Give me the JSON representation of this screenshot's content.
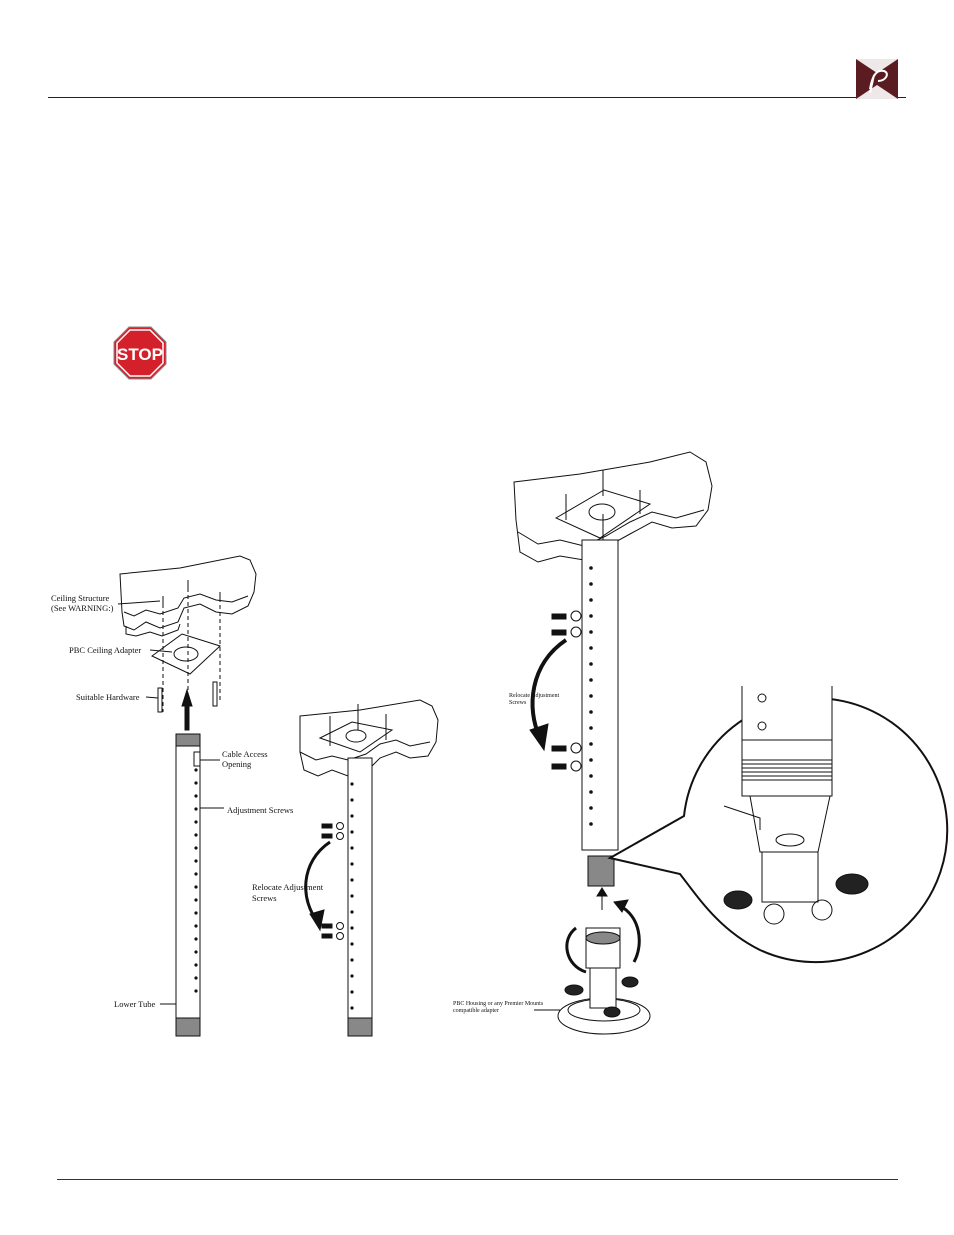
{
  "stop_sign": {
    "text": "STOP"
  },
  "figure_left": {
    "ceiling_structure": "Ceiling Structure",
    "see_warning": "(See WARNING:)",
    "pbc_ceiling_adapter": "PBC Ceiling Adapter",
    "suitable_hardware": "Suitable Hardware",
    "cable_access_1": "Cable Access",
    "cable_access_2": "Opening",
    "adjustment_screws": "Adjustment Screws",
    "lower_tube": "Lower Tube"
  },
  "figure_middle": {
    "relocate_1": "Relocate Adjustment",
    "relocate_2": "Screws"
  },
  "figure_right": {
    "relocate_1": "Relocate Adjustment",
    "relocate_2": "Screws",
    "pbc_housing_1": "PBC Housing or any Premier Mounts",
    "pbc_housing_2": "compatible adapter"
  }
}
